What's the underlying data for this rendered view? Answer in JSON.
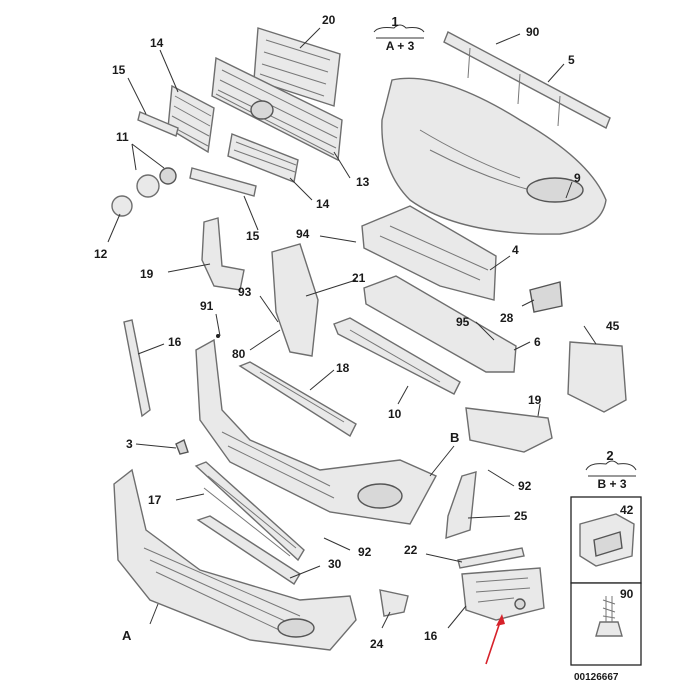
{
  "diagram": {
    "callouts": [
      {
        "id": "c1",
        "text": "1"
      },
      {
        "id": "c1-sub",
        "text": "A + 3"
      },
      {
        "id": "c2",
        "text": "2"
      },
      {
        "id": "c2-sub",
        "text": "B + 3"
      },
      {
        "id": "c3",
        "text": "3"
      },
      {
        "id": "c4",
        "text": "4"
      },
      {
        "id": "c5",
        "text": "5"
      },
      {
        "id": "c6",
        "text": "6"
      },
      {
        "id": "c9",
        "text": "9"
      },
      {
        "id": "c10",
        "text": "10"
      },
      {
        "id": "c11",
        "text": "11"
      },
      {
        "id": "c12",
        "text": "12"
      },
      {
        "id": "c13",
        "text": "13"
      },
      {
        "id": "c14a",
        "text": "14"
      },
      {
        "id": "c14b",
        "text": "14"
      },
      {
        "id": "c15a",
        "text": "15"
      },
      {
        "id": "c15b",
        "text": "15"
      },
      {
        "id": "c16a",
        "text": "16"
      },
      {
        "id": "c16b",
        "text": "16"
      },
      {
        "id": "c17",
        "text": "17"
      },
      {
        "id": "c18",
        "text": "18"
      },
      {
        "id": "c19a",
        "text": "19"
      },
      {
        "id": "c19b",
        "text": "19"
      },
      {
        "id": "c20",
        "text": "20"
      },
      {
        "id": "c21",
        "text": "21"
      },
      {
        "id": "c22",
        "text": "22"
      },
      {
        "id": "c24",
        "text": "24"
      },
      {
        "id": "c25",
        "text": "25"
      },
      {
        "id": "c28",
        "text": "28"
      },
      {
        "id": "c30",
        "text": "30"
      },
      {
        "id": "c42",
        "text": "42"
      },
      {
        "id": "c45",
        "text": "45"
      },
      {
        "id": "c80",
        "text": "80"
      },
      {
        "id": "c90a",
        "text": "90"
      },
      {
        "id": "c90b",
        "text": "90"
      },
      {
        "id": "c91",
        "text": "91"
      },
      {
        "id": "c92a",
        "text": "92"
      },
      {
        "id": "c92b",
        "text": "92"
      },
      {
        "id": "c93",
        "text": "93"
      },
      {
        "id": "c94",
        "text": "94"
      },
      {
        "id": "c95",
        "text": "95"
      },
      {
        "id": "cA",
        "text": "A"
      },
      {
        "id": "cB",
        "text": "B"
      }
    ],
    "reference_code": "00126667",
    "highlight_color": "#d6222a"
  }
}
